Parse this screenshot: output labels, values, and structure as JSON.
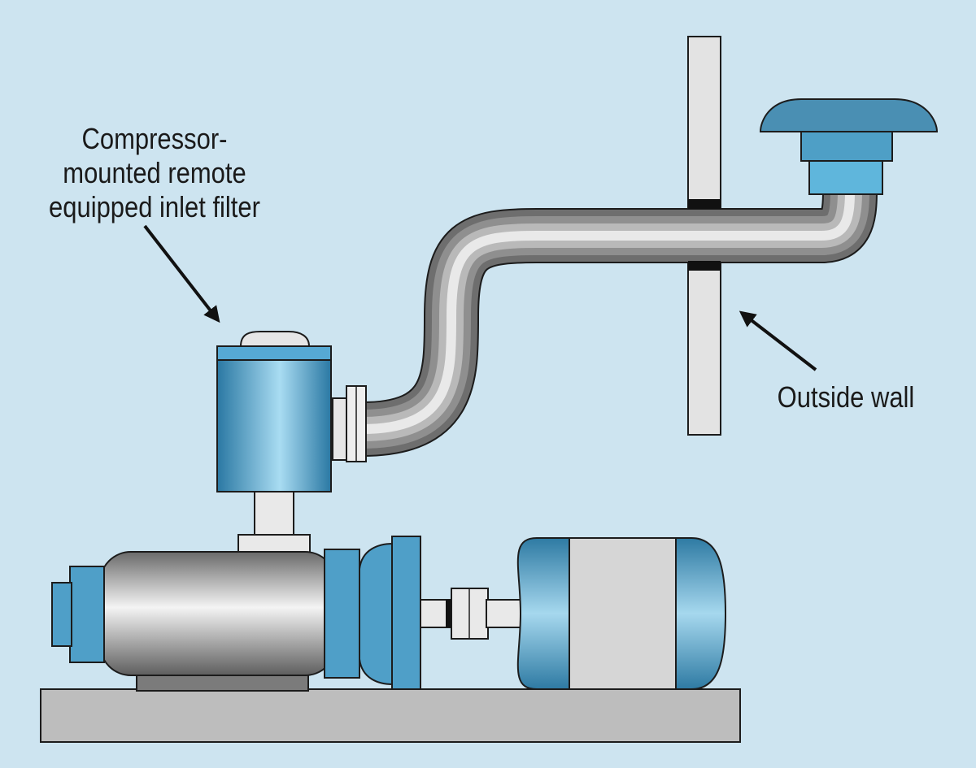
{
  "labels": {
    "inlet_filter": [
      "Compressor-",
      "mounted remote",
      "equipped inlet filter"
    ],
    "outside_wall": "Outside wall"
  },
  "colors": {
    "background": "#cde4f0",
    "blue_dark": "#2f7fa8",
    "blue_mid": "#5ea8cc",
    "blue_light": "#9fd2ea",
    "steel_dark": "#6c6c6c",
    "steel_light": "#f2f2f2",
    "panel_gray": "#d6d6d6",
    "base_gray": "#bdbdbd",
    "outline": "#1c1c1c"
  }
}
